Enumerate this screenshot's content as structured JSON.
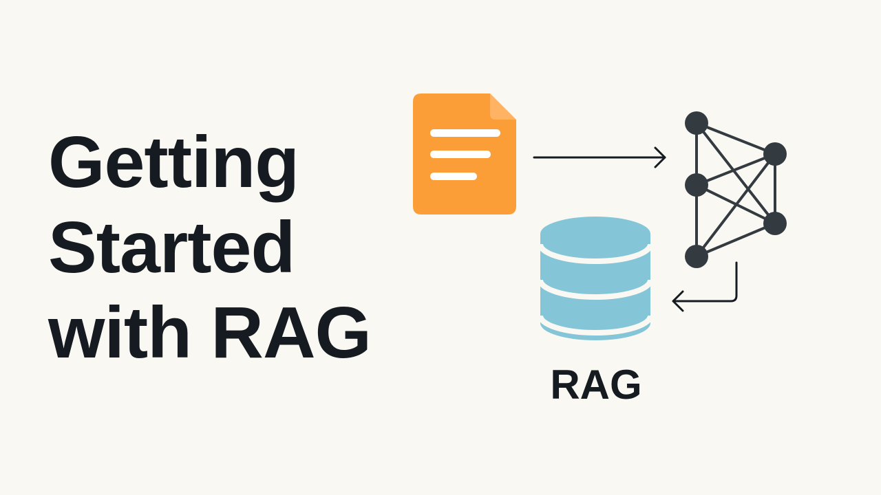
{
  "title": {
    "line1": "Getting",
    "line2": "Started",
    "line3": "with RAG"
  },
  "diagram": {
    "database_label": "RAG",
    "icons": {
      "document": "document-icon",
      "network": "neural-network-icon",
      "database": "database-icon",
      "arrow_to_network": "arrow-right-icon",
      "arrow_to_database": "arrow-return-left-icon"
    },
    "colors": {
      "document": "#fb9e37",
      "document_lines": "#ffffff",
      "database": "#84c6d8",
      "network_nodes": "#333a40",
      "network_edges": "#333a40",
      "arrows": "#151b20",
      "text": "#151b20",
      "background": "#faf8f3"
    }
  }
}
